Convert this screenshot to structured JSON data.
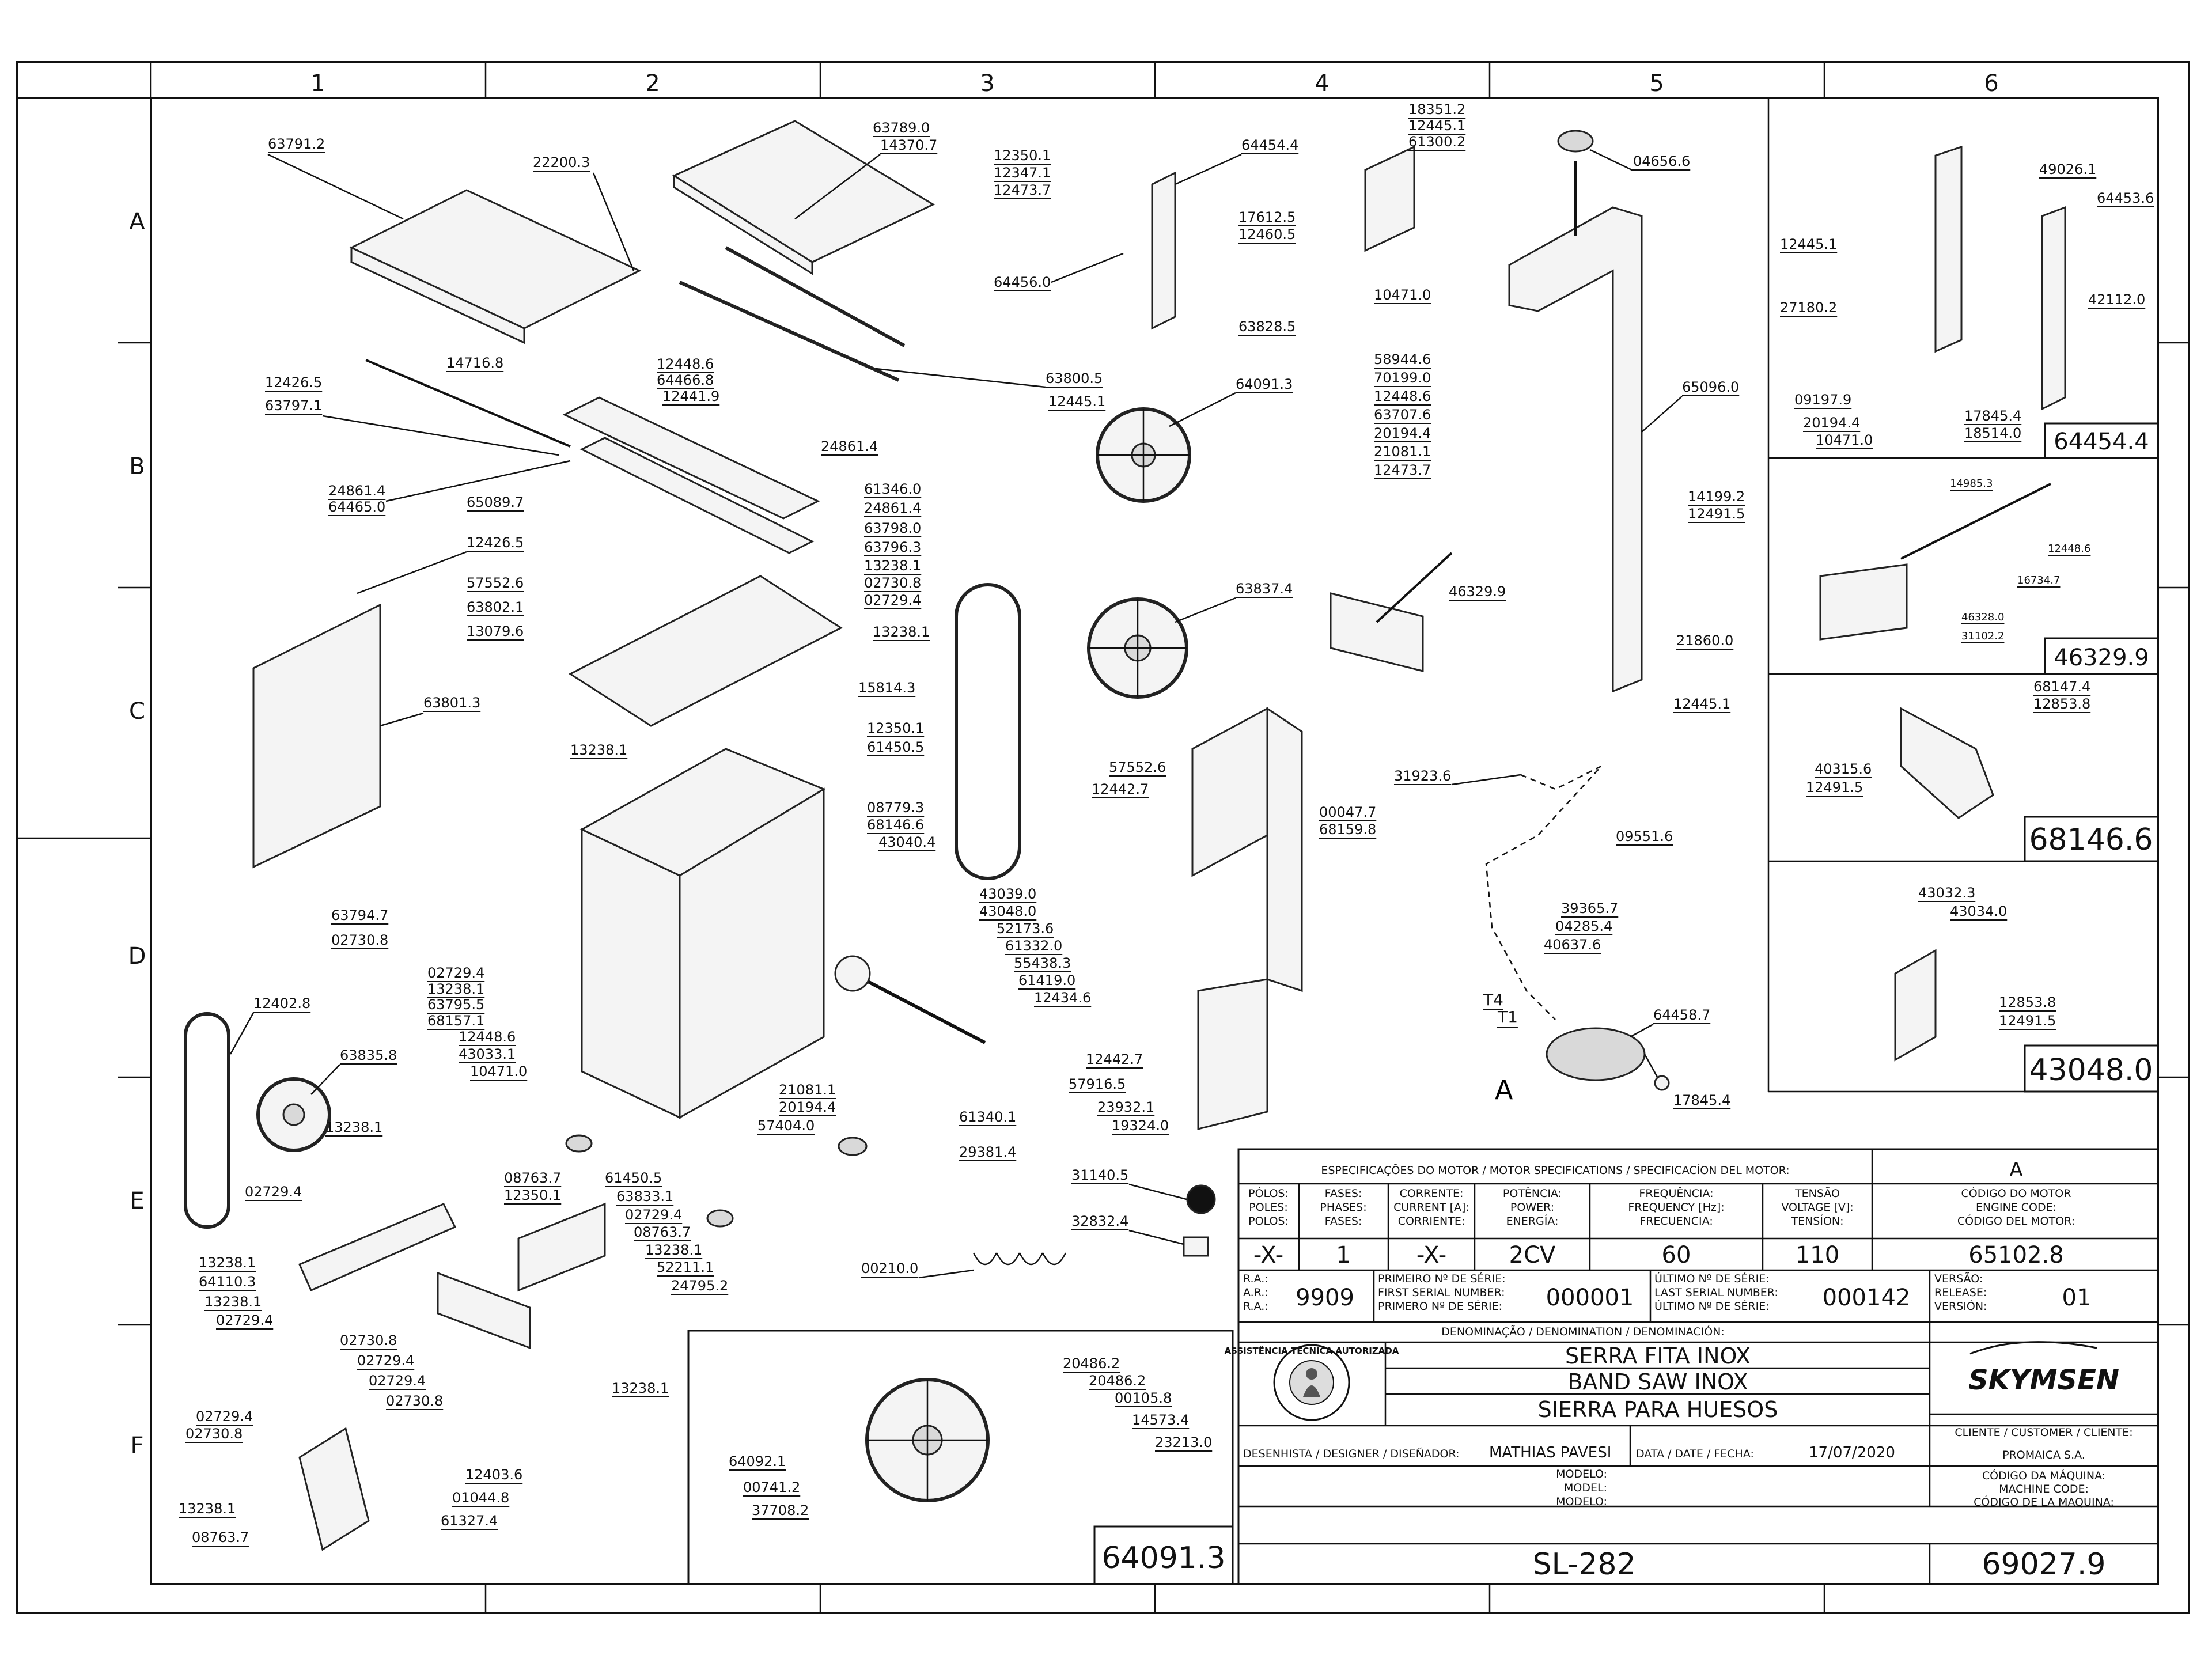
{
  "grid": {
    "columns": [
      "1",
      "2",
      "3",
      "4",
      "5",
      "6"
    ],
    "rows": [
      "A",
      "B",
      "C",
      "D",
      "E",
      "F"
    ]
  },
  "callouts": {
    "c1": [
      "63791.2",
      "22200.3",
      "12448.6",
      "64466.8",
      "12441.9",
      "14716.8",
      "12426.5",
      "63797.1",
      "24861.4",
      "64465.0",
      "65089.7",
      "12426.5",
      "57552.6",
      "63802.1",
      "13079.6",
      "63801.3",
      "13238.1"
    ],
    "c2": [
      "63789.0",
      "14370.7",
      "63800.5",
      "12445.1",
      "24861.4",
      "61346.0",
      "24861.4",
      "63798.0",
      "63796.3",
      "13238.1",
      "02730.8",
      "02729.4",
      "13238.1",
      "15814.3",
      "12350.1",
      "61450.5",
      "08779.3",
      "68146.6",
      "43040.4",
      "43039.0",
      "43048.0",
      "52173.6",
      "61332.0",
      "55438.3",
      "61419.0",
      "12434.6",
      "21081.1",
      "20194.4",
      "57404.0",
      "61340.1",
      "29381.4",
      "63794.7",
      "02730.8",
      "02729.4",
      "13238.1",
      "63795.5",
      "68157.1",
      "12448.6",
      "43033.1",
      "10471.0",
      "12402.8",
      "63835.8"
    ],
    "c3": [
      "12350.1",
      "12347.1",
      "12473.7",
      "64456.0",
      "64454.4",
      "63828.5",
      "64091.3",
      "63837.4",
      "57552.6",
      "12442.7",
      "12442.7",
      "57916.5",
      "23932.1",
      "19324.0",
      "00047.7",
      "68159.8",
      "31140.5",
      "32832.4",
      "00210.0"
    ],
    "c4": [
      "18351.2",
      "12445.1",
      "61300.2",
      "17612.5",
      "12460.5",
      "04656.6",
      "10471.0",
      "58944.6",
      "70199.0",
      "12448.6",
      "63707.6",
      "20194.4",
      "21081.1",
      "12473.7",
      "65096.0",
      "14199.2",
      "12491.5",
      "46329.9",
      "21860.0",
      "12445.1",
      "31923.6",
      "09551.6",
      "39365.7",
      "04285.4",
      "40637.6",
      "64458.7",
      "17845.4",
      "A"
    ],
    "c5": [
      "13238.1",
      "64110.3",
      "13238.1",
      "02729.4",
      "13238.1",
      "02729.4",
      "08763.7",
      "12350.1",
      "61450.5",
      "63833.1",
      "02729.4",
      "08763.7",
      "13238.1",
      "52211.1",
      "24795.2",
      "02730.8",
      "02729.4",
      "02729.4",
      "02730.8",
      "13238.1",
      "02729.4",
      "02730.8",
      "12403.6",
      "01044.8",
      "61327.4",
      "13238.1",
      "08763.7"
    ],
    "c6": [
      "64092.1",
      "00741.2",
      "37708.2",
      "20486.2",
      "20486.2",
      "00105.8",
      "14573.4",
      "23213.0"
    ],
    "c7": [
      "49026.1",
      "64453.6",
      "12445.1",
      "27180.2",
      "42112.0",
      "09197.9",
      "20194.4",
      "10471.0",
      "17845.4",
      "18514.0",
      "14985.3",
      "12448.6",
      "16734.7",
      "46328.0",
      "31102.2",
      "68147.4",
      "12853.8",
      "40315.6",
      "12491.5",
      "43032.3",
      "43034.0",
      "12853.8",
      "12491.5"
    ]
  },
  "detail_titles": [
    "64454.4",
    "46329.9",
    "68146.6",
    "43048.0",
    "64091.3"
  ],
  "motor_specs": {
    "header": "ESPECIFICAÇÕES DO MOTOR / MOTOR SPECIFICATIONS / SPECIFICACÍON DEL MOTOR:",
    "columns": [
      {
        "label": [
          "PÓLOS:",
          "POLES:",
          "POLOS:"
        ],
        "value": "-X-"
      },
      {
        "label": [
          "FASES:",
          "PHASES:",
          "FASES:"
        ],
        "value": "1"
      },
      {
        "label": [
          "CORRENTE:",
          "CURRENT [A]:",
          "CORRIENTE:"
        ],
        "value": "-X-"
      },
      {
        "label": [
          "POTÊNCIA:",
          "POWER:",
          "ENERGÍA:"
        ],
        "value": "2CV"
      },
      {
        "label": [
          "FREQUÊNCIA:",
          "FREQUENCY [Hz]:",
          "FRECUENCIA:"
        ],
        "value": "60"
      },
      {
        "label": [
          "TENSÃO",
          "VOLTAGE [V]:",
          "TENSÍON:"
        ],
        "value": "110"
      }
    ],
    "revision": "A",
    "engine_code_label": [
      "CÓDIGO DO MOTOR",
      "ENGINE CODE:",
      "CÓDIGO DEL MOTOR:"
    ],
    "engine_code": "65102.8"
  },
  "serials": {
    "ra_label": [
      "R.A.:",
      "A.R.:",
      "R.A.:"
    ],
    "ra": "9909",
    "first_label": [
      "PRIMEIRO Nº DE SÉRIE:",
      "FIRST SERIAL NUMBER:",
      "PRIMERO Nº DE SÉRIE:"
    ],
    "first": "000001",
    "last_label": [
      "ÚLTIMO Nº DE SÉRIE:",
      "LAST SERIAL NUMBER:",
      "ÚLTIMO Nº DE SÉRIE:"
    ],
    "last": "000142",
    "version_label": [
      "VERSÃO:",
      "RELEASE:",
      "VERSIÓN:"
    ],
    "version": "01"
  },
  "denomination": {
    "label": "DENOMINAÇÃO / DENOMINATION / DENOMINACIÓN:",
    "lines": [
      "SERRA FITA INOX",
      "BAND SAW INOX",
      "SIERRA PARA HUESOS"
    ],
    "stamp_text": "ASSISTÊNCIA TÉCNICA AUTORIZADA"
  },
  "brand": "SKYMSEN",
  "designer": {
    "label": "DESENHISTA / DESIGNER / DISEÑADOR:",
    "name": "MATHIAS PAVESI"
  },
  "date": {
    "label": "DATA / DATE / FECHA:",
    "value": "17/07/2020"
  },
  "client": {
    "label": "CLIENTE / CUSTOMER / CLIENTE:",
    "value": "PROMAICA S.A."
  },
  "model": {
    "label": [
      "MODELO:",
      "MODEL:",
      "MODELO:"
    ],
    "value": "SL-282"
  },
  "machine_code": {
    "label": [
      "CÓDIGO DA MÁQUINA:",
      "MACHINE CODE:",
      "CÓDIGO DE LA MAQUINA:"
    ],
    "value": "69027.9"
  },
  "motor_terminals": [
    "T4",
    "T1"
  ]
}
